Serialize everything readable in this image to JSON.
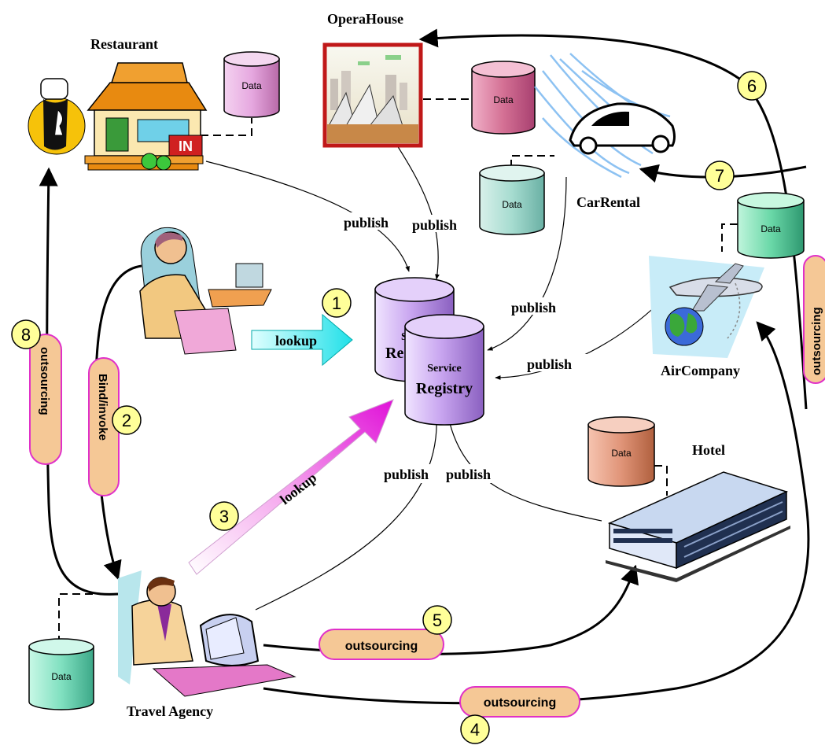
{
  "nodes": {
    "restaurant": "Restaurant",
    "opera_house": "OperaHouse",
    "car_rental": "CarRental",
    "air_company": "AirCompany",
    "hotel": "Hotel",
    "travel_agency": "Travel Agency",
    "registry_line1": "Service",
    "registry_line2": "Registry",
    "registry_back_line1": "Se",
    "registry_back_line2": "Re",
    "restaurant_sign": "IN"
  },
  "data_label": "Data",
  "edges": {
    "publish": "publish",
    "lookup": "lookup",
    "bind_invoke": "Bind/invoke",
    "outsourcing": "outsourcing"
  },
  "steps": [
    "1",
    "2",
    "3",
    "4",
    "5",
    "6",
    "7",
    "8"
  ],
  "colors": {
    "line": "#000000",
    "pill_fill": "#f5c896",
    "pill_stroke": "#e030c8",
    "step_fill": "#ffff99",
    "registry": "#c9a6f0",
    "lookup1_arrow": "#33f0f0",
    "lookup3_arrow": "#f020e0"
  }
}
